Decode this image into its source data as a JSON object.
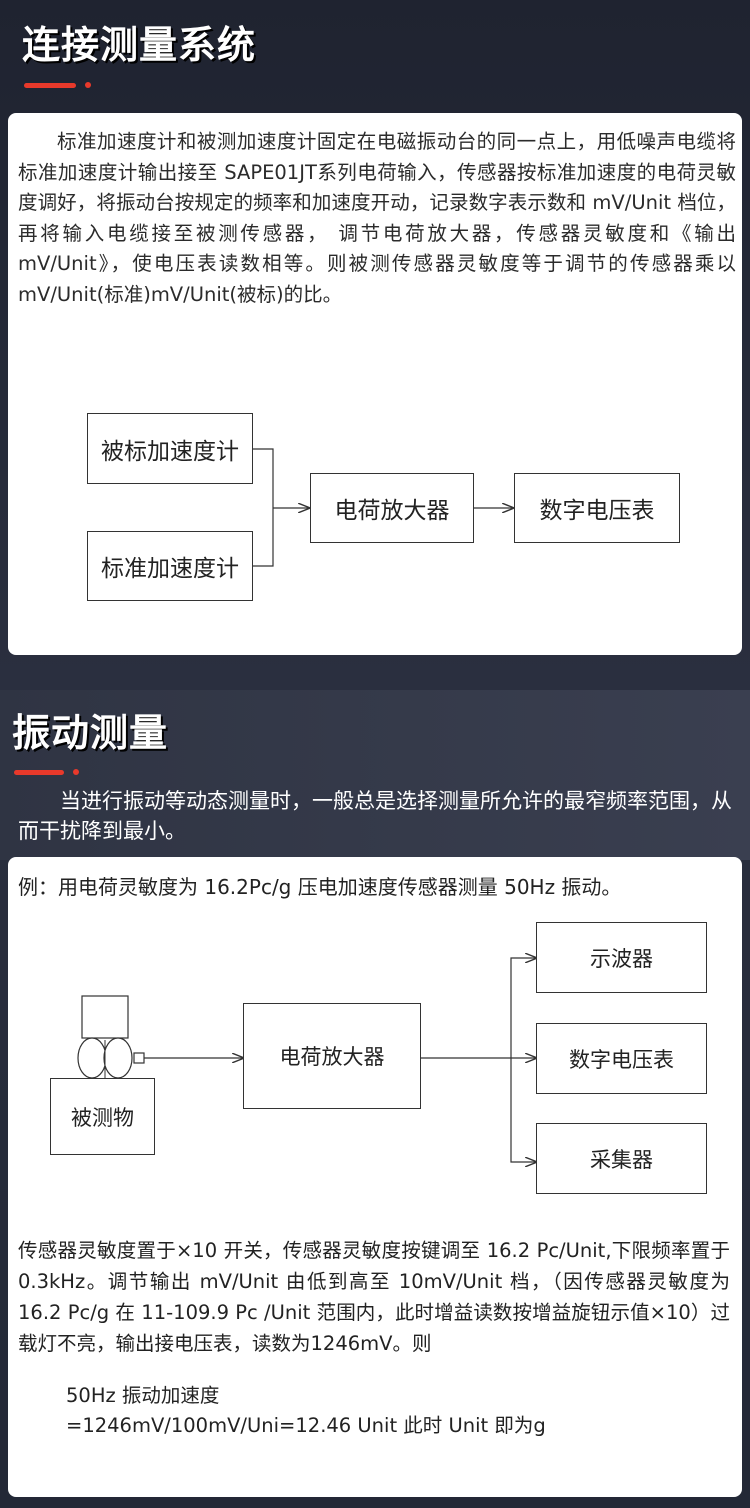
{
  "section1": {
    "title": "连接测量系统",
    "paragraph": "标准加速度计和被测加速度计固定在电磁振动台的同一点上，用低噪声电缆将标准加速度计输出接至 SAPE01JT系列电荷输入，传感器按标准加速度的电荷灵敏度调好，将振动台按规定的频率和加速度开动，记录数字表示数和 mV/Unit 档位，再将输入电缆接至被测传感器， 调节电荷放大器，传感器灵敏度和《输出 mV/Unit》，使电压表读数相等。则被测传感器灵敏度等于调节的传感器乘以 mV/Unit(标准)mV/Unit(被标)的比。",
    "diagram": {
      "box_test_sensor": "被标加速度计",
      "box_std_sensor": "标准加速度计",
      "box_amplifier": "电荷放大器",
      "box_voltmeter": "数字电压表"
    }
  },
  "section2": {
    "title": "振动测量",
    "intro": "当进行振动等动态测量时，一般总是选择测量所允许的最窄频率范围，从而干扰降到最小。",
    "example": "例：用电荷灵敏度为 16.2Pc/g 压电加速度传感器测量 50Hz 振动。",
    "diagram": {
      "box_object": "被测物",
      "box_amplifier": "电荷放大器",
      "box_oscilloscope": "示波器",
      "box_voltmeter": "数字电压表",
      "box_collector": "采集器"
    },
    "paragraph": "传感器灵敏度置于×10 开关，传感器灵敏度按键调至 16.2 Pc/Unit,下限频率置于 0.3kHz。调节输出 mV/Unit 由低到高至 10mV/Unit 档，（因传感器灵敏度为 16.2 Pc/g 在 11-109.9 Pc /Unit 范围内，此时增益读数按增益旋钮示值×10）过载灯不亮，输出接电压表，读数为1246mV。则",
    "result_line1": "50Hz 振动加速度",
    "result_line2": "=1246mV/100mV/Uni=12.46 Unit 此时 Unit 即为g"
  },
  "colors": {
    "accent": "#e8392b",
    "background": "#232836",
    "card": "#ffffff"
  }
}
